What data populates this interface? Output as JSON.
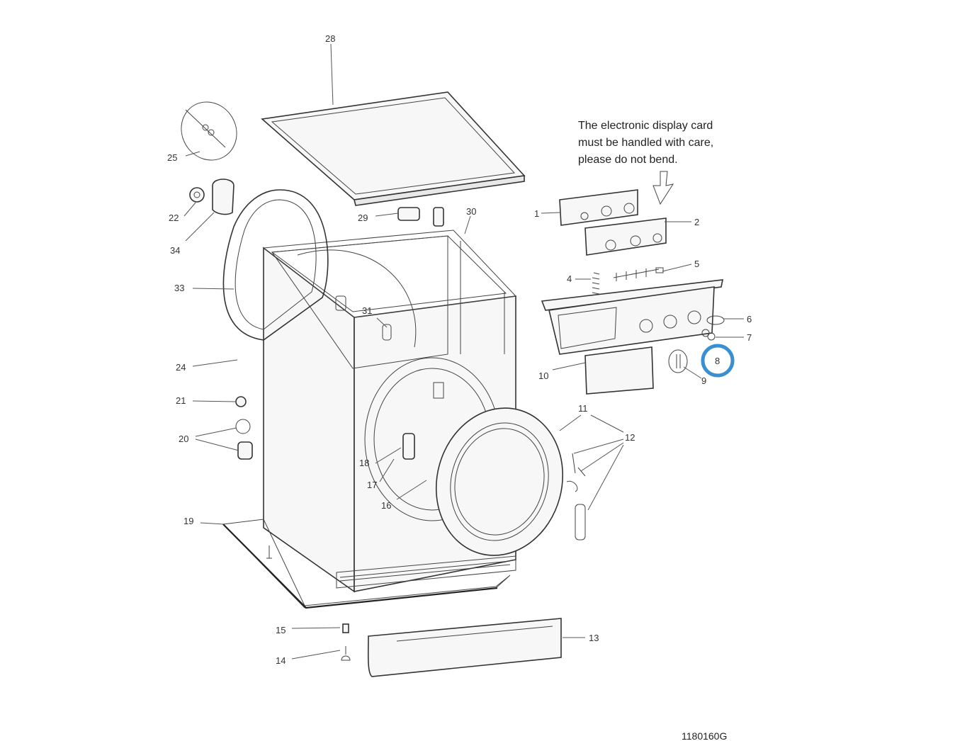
{
  "labels": {
    "n1": "1",
    "n2": "2",
    "n4": "4",
    "n5": "5",
    "n6": "6",
    "n7": "7",
    "n8": "8",
    "n9": "9",
    "n10": "10",
    "n11": "11",
    "n12": "12",
    "n13": "13",
    "n14": "14",
    "n15": "15",
    "n16": "16",
    "n17": "17",
    "n18": "18",
    "n19": "19",
    "n20": "20",
    "n21": "21",
    "n22": "22",
    "n24": "24",
    "n25": "25",
    "n28": "28",
    "n29": "29",
    "n30": "30",
    "n31": "31",
    "n33": "33",
    "n34": "34"
  },
  "note": {
    "line1": "The electronic display card",
    "line2": "must be handled with care,",
    "line3": "please do not bend."
  },
  "drawing_code": "1180160G",
  "highlight": {
    "part": "8",
    "color": "#3a8fd0"
  }
}
